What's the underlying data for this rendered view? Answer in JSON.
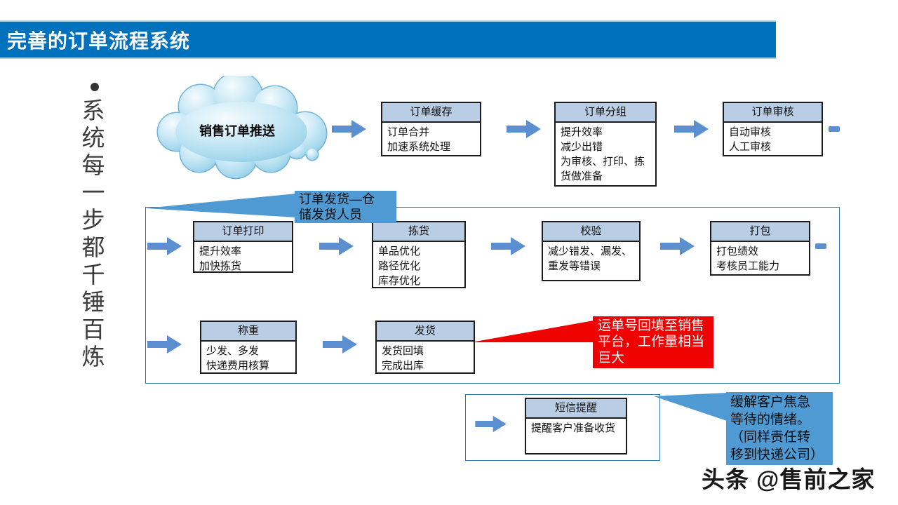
{
  "slide": {
    "title": "完善的订单流程系统",
    "side_note_bullet": "•",
    "side_note": "系统每一步都千锤百炼",
    "cloud_label": "销售订单推送",
    "watermark": "头条 @售前之家"
  },
  "flow": {
    "row1": [
      {
        "title": "订单缓存",
        "lines": [
          "订单合并",
          "加速系统处理"
        ]
      },
      {
        "title": "订单分组",
        "lines": [
          "提升效率",
          "减少出错",
          "为审核、打印、拣货做准备"
        ]
      },
      {
        "title": "订单审核",
        "lines": [
          "自动审核",
          "人工审核"
        ]
      }
    ],
    "row2": [
      {
        "title": "订单打印",
        "lines": [
          "提升效率",
          "加快拣货"
        ]
      },
      {
        "title": "拣货",
        "lines": [
          "单品优化",
          "路径优化",
          "库存优化"
        ]
      },
      {
        "title": "校验",
        "lines": [
          "减少错发、漏发、重发等错误"
        ]
      },
      {
        "title": "打包",
        "lines": [
          "打包绩效",
          "考核员工能力"
        ]
      }
    ],
    "row3": [
      {
        "title": "称重",
        "lines": [
          "少发、多发",
          "快递费用核算"
        ]
      },
      {
        "title": "发货",
        "lines": [
          "发货回填",
          "完成出库"
        ]
      }
    ],
    "row4": [
      {
        "title": "短信提醒",
        "lines": [
          "提醒客户准备收货"
        ]
      }
    ]
  },
  "callouts": {
    "warehouse": {
      "lines": [
        "订单发货—仓",
        "储发货人员"
      ]
    },
    "tracking": {
      "lines": [
        "运单号回填至销售",
        "平台，工作量相当",
        "巨大"
      ]
    },
    "sms": {
      "lines": [
        "缓解客户焦急",
        "等待的情绪。",
        "（同样责任转",
        "移到快递公司）"
      ]
    }
  },
  "colors": {
    "banner": "#0071bc",
    "box_header": "#b9cde5",
    "arrow": "#5b8fd0",
    "callout_blue": "#4f9ad3",
    "callout_red": "#ee0202",
    "container_border": "#2e75b6"
  }
}
